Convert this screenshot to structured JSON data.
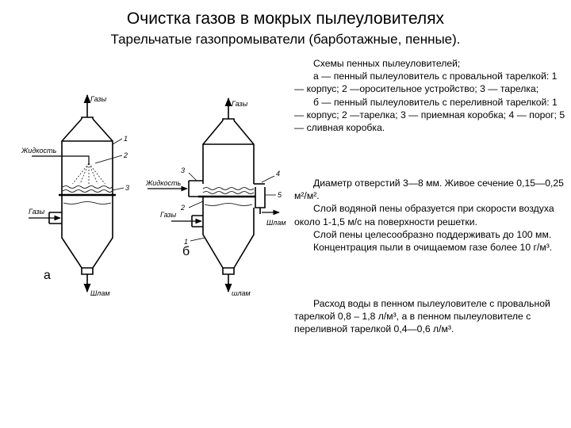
{
  "header": {
    "title": "Очистка газов в мокрых пылеуловителях",
    "subtitle": "Тарельчатые газопромыватели (барботажные, пенные)."
  },
  "description": {
    "para1": [
      "Схемы пенных пылеуловителей;",
      "а — пенный пылеуловитель с провальной тарелкой: 1 — корпус; 2 —оросительное устройство; 3 — тарелка;",
      "б — пенный пылеуловитель с переливной тарелкой: 1 — корпус; 2 —тарелка; 3 — приемная коробка; 4 — порог; 5 — сливная коробка."
    ],
    "para2": [
      "Диаметр отверстий 3—8 мм. Живое сечение 0,15—0,25 м²/м².",
      "Слой водяной пены образуется при скорости воздуха около 1-1,5 м/с на поверхности решетки.",
      "Слой пены целесообразно поддерживать до 100 мм.",
      "Концентрация пыли в очищаемом газе более 10 г/м³."
    ],
    "para3": [
      "Расход воды в пенном пылеуловителе с провальной тарелкой 0,8 – 1,8 л/м³, а в пенном пылеуловителе с переливной тарелкой 0,4—0,6 л/м³."
    ]
  },
  "diagram_a": {
    "letter": "а",
    "gas_out": "Газы",
    "liquid_in": "Жидкость",
    "gas_in": "Газы",
    "sludge": "Шлам",
    "callouts": [
      "1",
      "2",
      "3"
    ]
  },
  "diagram_b": {
    "letter": "б",
    "gas_out": "Газы",
    "liquid_in": "Жидкость",
    "gas_in": "Газы",
    "sludge_side": "Шлам",
    "sludge": "шлам",
    "callouts": [
      "1",
      "2",
      "3",
      "4",
      "5"
    ]
  }
}
